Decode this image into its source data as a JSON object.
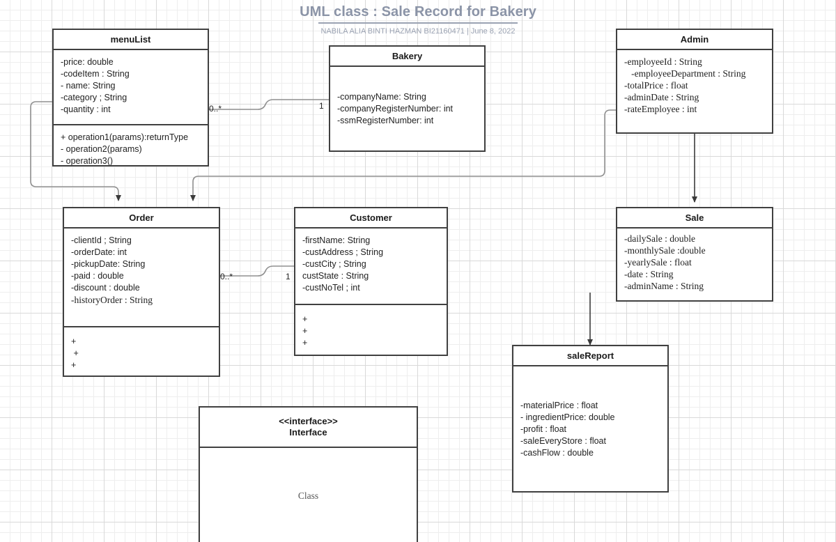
{
  "document": {
    "title": "UML class : Sale Record for Bakery",
    "subtitle": "NABILA ALIA BINTI HAZMAN BI21160471  |  June 8, 2022",
    "title_color": "#8b94a7",
    "canvas_background": "#ffffff",
    "grid_minor_color": "#eeeeee",
    "grid_major_color": "#d9d9d9",
    "box_border_color": "#404040"
  },
  "classes": {
    "menulist": {
      "name": "menuList",
      "attributes": [
        "-price: double",
        "-codeItem : String",
        "- name: String",
        "-category ; String",
        "-quantity : int"
      ],
      "operations": [
        "+ operation1(params):returnType",
        "- operation2(params)",
        "- operation3()"
      ]
    },
    "bakery": {
      "name": "Bakery",
      "attributes": [
        "-companyName: String",
        "-companyRegisterNumber: int",
        "-ssmRegisterNumber: int"
      ]
    },
    "admin": {
      "name": "Admin",
      "attributes": [
        "-employeeId : String",
        "   -employeeDepartment : String",
        "-totalPrice : float",
        "-adminDate : String",
        "-rateEmployee : int"
      ]
    },
    "order": {
      "name": "Order",
      "attributes": [
        "-clientId ; String",
        "-orderDate: int",
        "-pickupDate: String",
        "-paid : double",
        "-discount : double",
        "-historyOrder : String"
      ],
      "operations": [
        "+",
        " +",
        "+"
      ]
    },
    "customer": {
      "name": "Customer",
      "attributes": [
        "-firstName: String",
        "-custAddress ; String",
        "-custCity ; String",
        "custState : String",
        "-custNoTel ; int"
      ],
      "operations": [
        "+",
        "+",
        "+"
      ]
    },
    "sale": {
      "name": "Sale",
      "attributes": [
        "-dailySale : double",
        "-monthlySale :double",
        "-yearlySale : float",
        "-date : String",
        "-adminName : String"
      ]
    },
    "salereport": {
      "name": "saleReport",
      "attributes": [
        "-materialPrice : float",
        "- ingredientPrice: double",
        "-profit : float",
        "-saleEveryStore : float",
        "-cashFlow : double"
      ]
    },
    "interface": {
      "stereotype": "<<interface>>",
      "name": "Interface",
      "body": "Class"
    }
  },
  "multiplicities": {
    "menulist_to_bakery_source": "0..*",
    "menulist_to_bakery_target": "1",
    "order_to_customer_source": "0..*",
    "order_to_customer_target": "1"
  }
}
